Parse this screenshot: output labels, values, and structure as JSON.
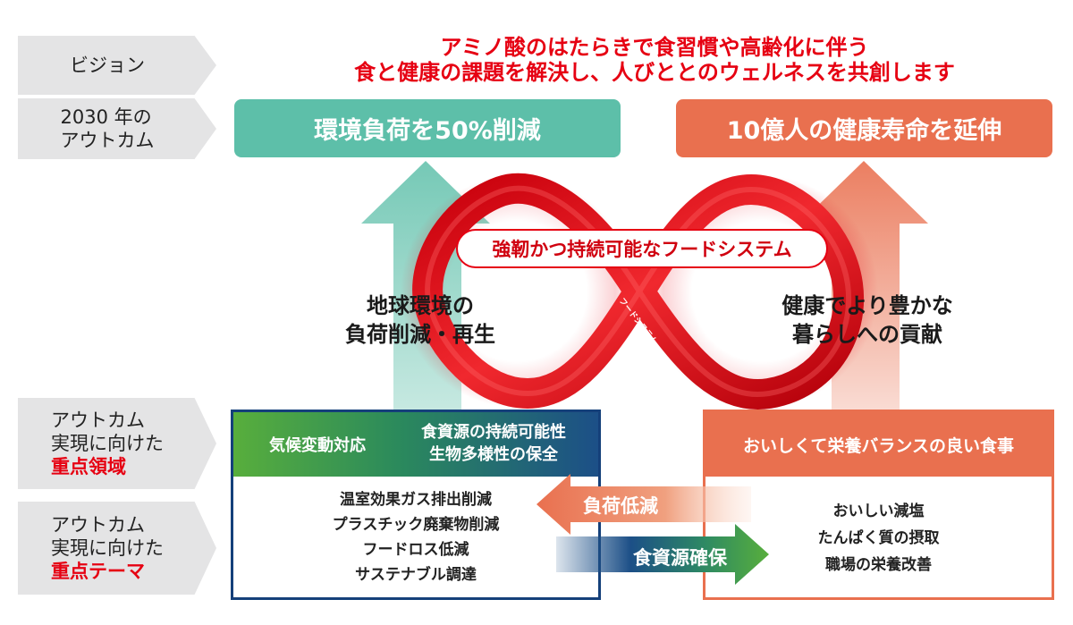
{
  "labels": {
    "vision": "ビジョン",
    "outcome": [
      "2030 年の",
      "アウトカム"
    ],
    "focus_area": [
      "アウトカム",
      "実現に向けた",
      "重点領域"
    ],
    "focus_theme": [
      "アウトカム",
      "実現に向けた",
      "重点テーマ"
    ]
  },
  "vision": [
    "アミノ酸のはたらきで食習慣や高齢化に伴う",
    "食と健康の課題を解決し、人びととのウェルネスを共創します"
  ],
  "outcomes": {
    "left": "環境負荷を50%削減",
    "right": "10億人の健康寿命を延伸"
  },
  "center": {
    "food_system": "強靭かつ持続可能なフードシステム",
    "ribbon_text": "フードシステム",
    "left_label": [
      "地球環境の",
      "負荷削減・再生"
    ],
    "right_label": [
      "健康でより豊かな",
      "暮らしへの貢献"
    ]
  },
  "focus": {
    "left_head_a": "気候変動対応",
    "left_head_b": [
      "食資源の持続可能性",
      "生物多様性の保全"
    ],
    "right_head": "おいしくて栄養バランスの良い食事"
  },
  "themes": {
    "left": [
      "温室効果ガス排出削減",
      "プラスチック廃棄物削減",
      "フードロス低減",
      "サステナブル調達"
    ],
    "right": [
      "おいしい減塩",
      "たんぱく質の摂取",
      "職場の栄養改善"
    ]
  },
  "arrows": {
    "load_reduction": "負荷低減",
    "food_security": "食資源確保"
  },
  "colors": {
    "accent_red": "#e60012",
    "teal": "#5dbfa9",
    "orange": "#e9704f",
    "navy": "#15407a",
    "green": "#58ae3c",
    "gray": "#e4e4e5"
  }
}
